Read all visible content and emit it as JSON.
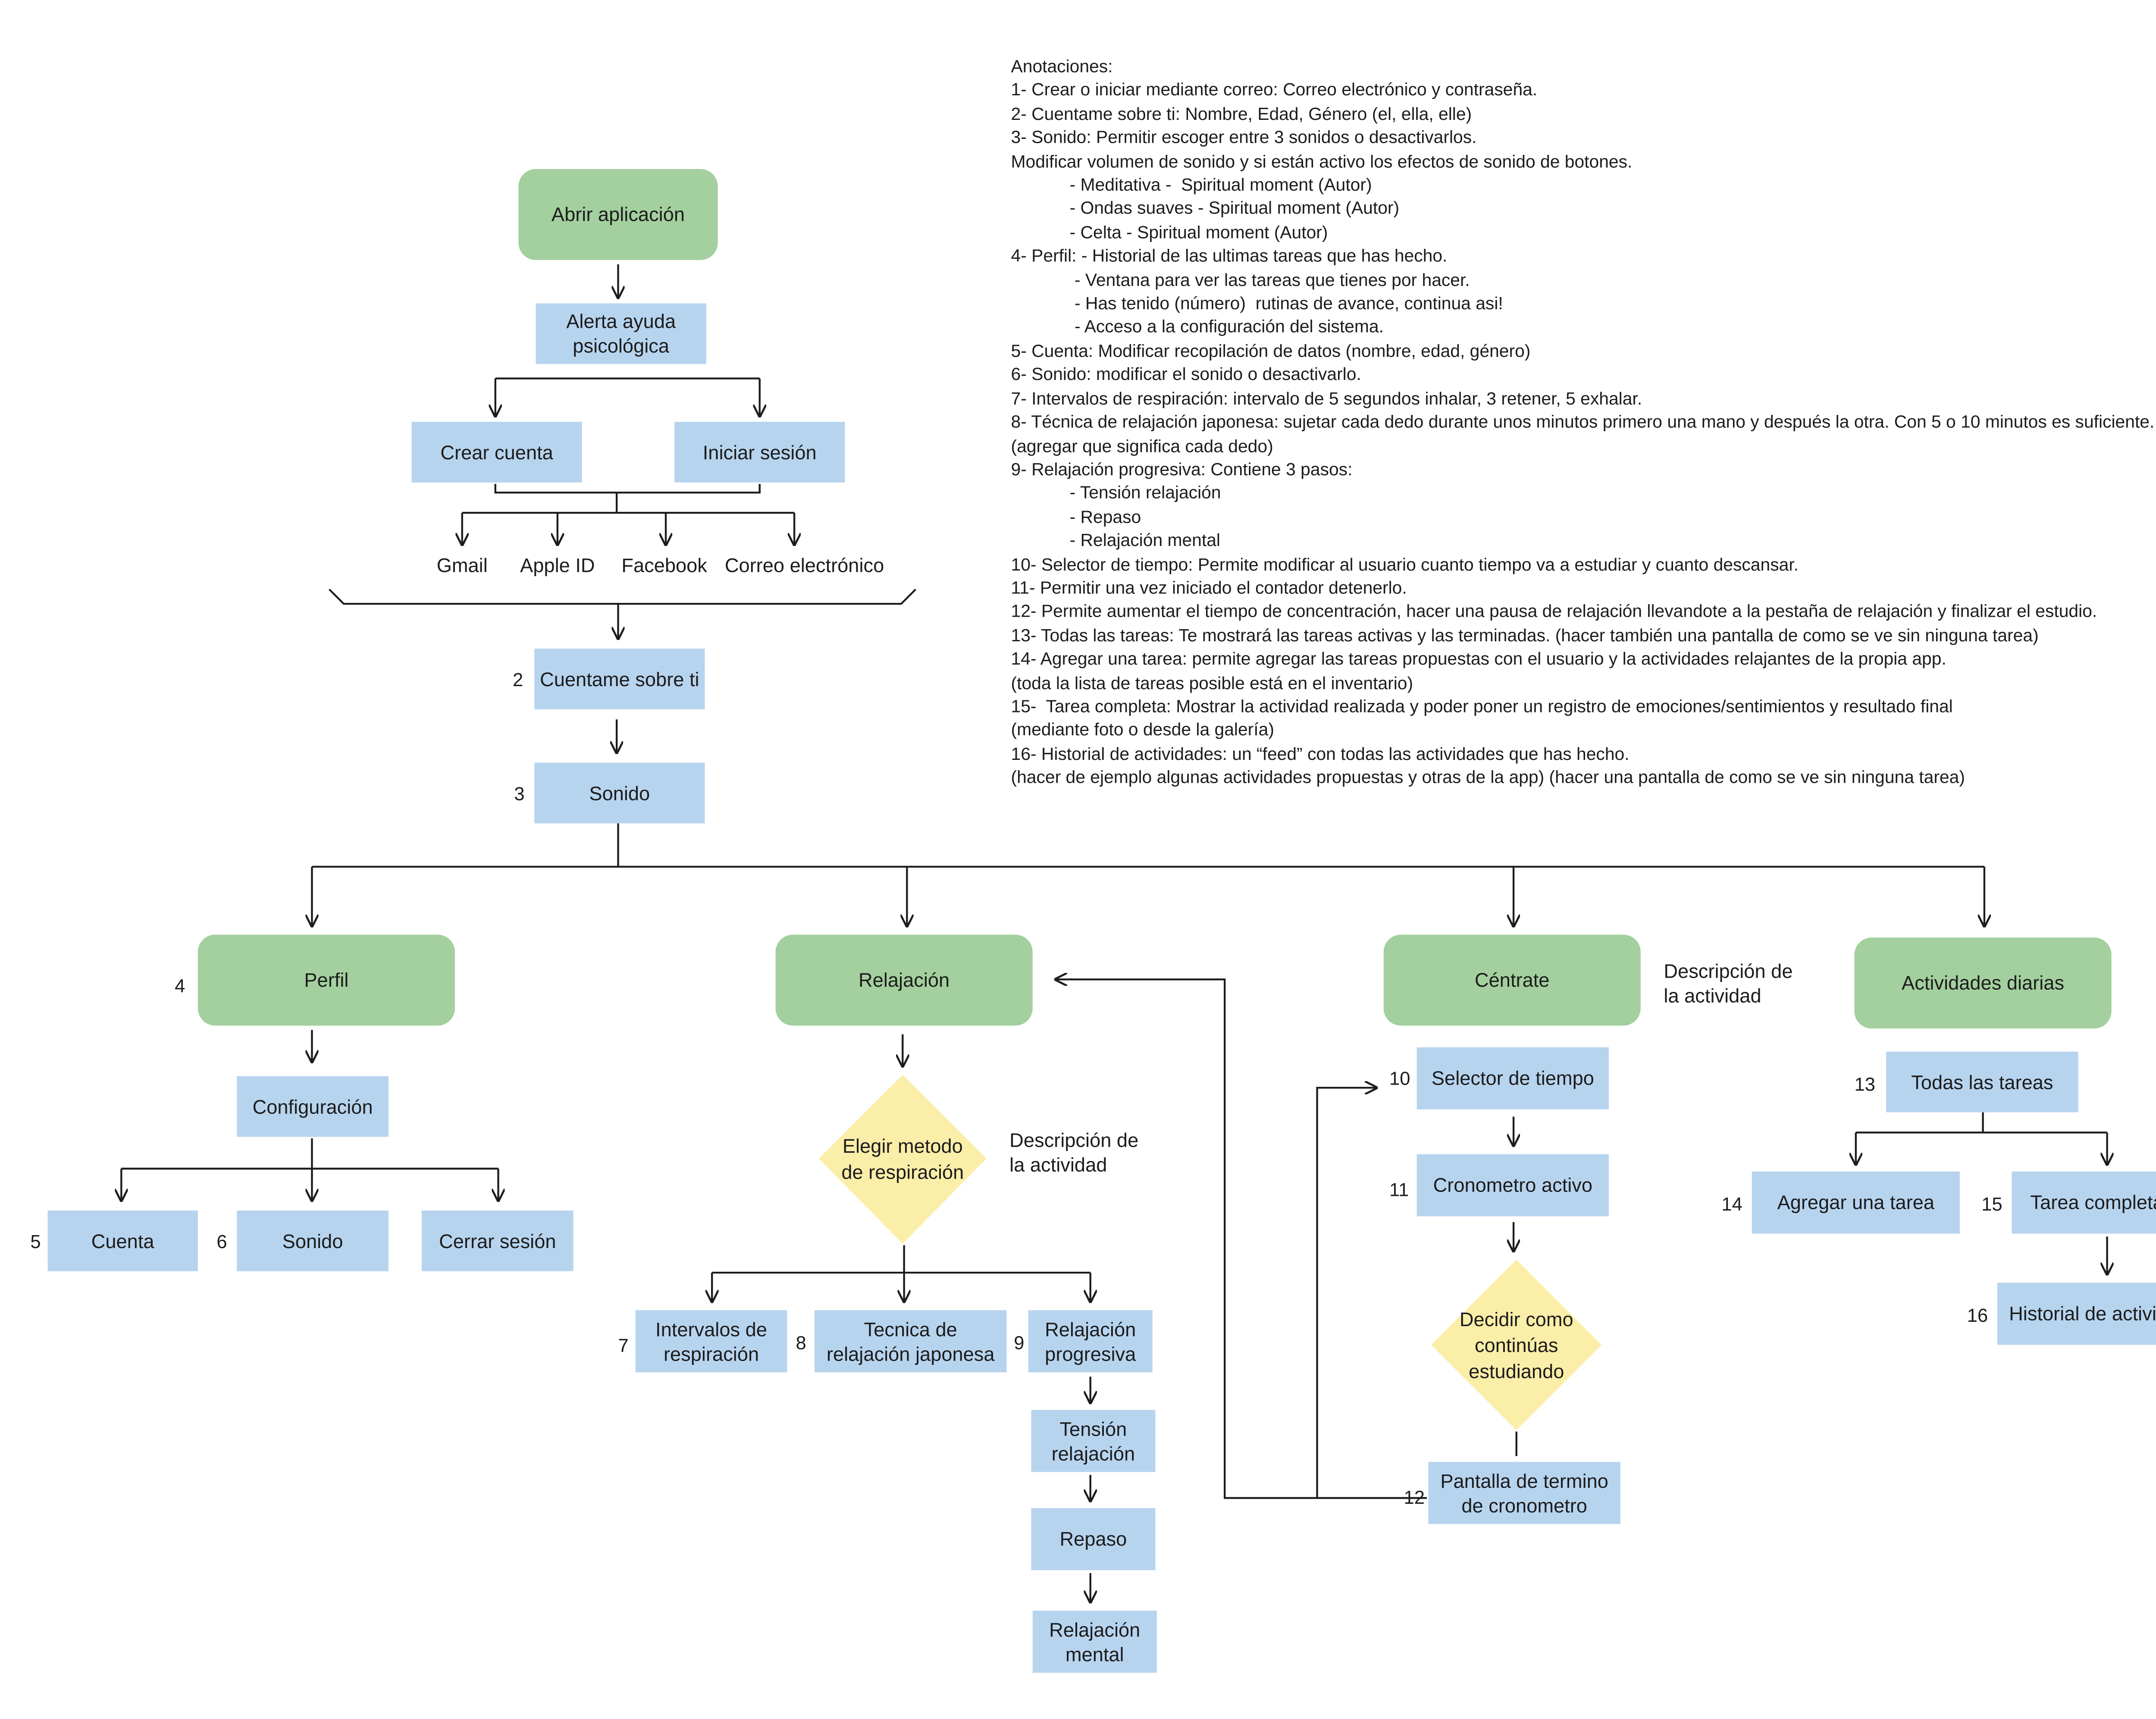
{
  "colors": {
    "start_node": "#a3d09e",
    "section_node": "#a3d09e",
    "screen_node": "#b7d4ef",
    "decision_node": "#fbeea8",
    "line": "#1c1c1c"
  },
  "nodes": {
    "abrir": "Abrir aplicación",
    "alerta": [
      "Alerta ayuda",
      "psicológica"
    ],
    "crear_cuenta": "Crear cuenta",
    "iniciar_sesion": "Iniciar sesión",
    "login_options": [
      "Gmail",
      "Apple ID",
      "Facebook",
      "Correo electrónico"
    ],
    "cuentame": "Cuentame sobre ti",
    "sonido_inicio": "Sonido",
    "perfil": "Perfil",
    "relajacion": "Relajación",
    "centrate": "Céntrate",
    "actividades": "Actividades diarias",
    "configuracion": "Configuración",
    "cuenta": "Cuenta",
    "sonido": "Sonido",
    "cerrar_sesion": "Cerrar sesión",
    "elegir_metodo": [
      "Elegir metodo",
      "de respiración"
    ],
    "intervalos": [
      "Intervalos de",
      "respiración"
    ],
    "tecnica": [
      "Tecnica de",
      "relajación japonesa"
    ],
    "progresiva": [
      "Relajación",
      "progresiva"
    ],
    "tension": [
      "Tensión",
      "relajación"
    ],
    "repaso": "Repaso",
    "mental": [
      "Relajación",
      "mental"
    ],
    "selector": "Selector de tiempo",
    "cronometro": "Cronometro activo",
    "decidir": [
      "Decidir como",
      "continúas",
      "estudiando"
    ],
    "pantalla_termino": [
      "Pantalla de termino",
      "de cronometro"
    ],
    "todas_tareas": "Todas las tareas",
    "agregar_tarea": "Agregar una tarea",
    "tarea_completada": "Tarea completada",
    "historial": "Historial de actividades"
  },
  "numbers": {
    "cuentame": "2",
    "sonido_inicio": "3",
    "perfil": "4",
    "cuenta": "5",
    "sonido": "6",
    "intervalos": "7",
    "tecnica": "8",
    "progresiva": "9",
    "selector": "10",
    "cronometro": "11",
    "pantalla_termino": "12",
    "todas_tareas": "13",
    "agregar_tarea": "14",
    "tarea_completada": "15",
    "historial": "16"
  },
  "descriptions": {
    "elegir_metodo": "Descripción de\nla actividad",
    "centrate": "Descripción de\nla actividad"
  },
  "annotations": {
    "title": "Anotaciones:",
    "lines": [
      "1- Crear o iniciar mediante correo: Correo electrónico y contraseña.",
      "2- Cuentame sobre ti: Nombre, Edad, Género (el, ella, elle)",
      "3- Sonido: Permitir escoger entre 3 sonidos o desactivarlos.",
      "Modificar volumen de sonido y si están activo los efectos de sonido de botones.",
      "            - Meditativa -  Spiritual moment (Autor)",
      "            - Ondas suaves - Spiritual moment (Autor)",
      "            - Celta - Spiritual moment (Autor)",
      "4- Perfil: - Historial de las ultimas tareas que has hecho.",
      "             - Ventana para ver las tareas que tienes por hacer.",
      "             - Has tenido (número)  rutinas de avance, continua asi!",
      "             - Acceso a la configuración del sistema.",
      "5- Cuenta: Modificar recopilación de datos (nombre, edad, género)",
      "6- Sonido: modificar el sonido o desactivarlo.",
      "7- Intervalos de respiración: intervalo de 5 segundos inhalar, 3 retener, 5 exhalar.",
      "8- Técnica de relajación japonesa: sujetar cada dedo durante unos minutos primero una mano y después la otra. Con 5 o 10 minutos es suficiente.",
      "(agregar que significa cada dedo)",
      "9- Relajación progresiva: Contiene 3 pasos:",
      "            - Tensión relajación",
      "            - Repaso",
      "            - Relajación mental",
      "10- Selector de tiempo: Permite modificar al usuario cuanto tiempo va a estudiar y cuanto descansar.",
      "11- Permitir una vez iniciado el contador detenerlo.",
      "12- Permite aumentar el tiempo de concentración, hacer una pausa de relajación llevandote a la pestaña de relajación y finalizar el estudio.",
      "13- Todas las tareas: Te mostrará las tareas activas y las terminadas. (hacer también una pantalla de como se ve sin ninguna tarea)",
      "14- Agregar una tarea: permite agregar las tareas propuestas con el usuario y la actividades relajantes de la propia app.",
      "(toda la lista de tareas posible está en el inventario)",
      "15-  Tarea completa: Mostrar la actividad realizada y poder poner un registro de emociones/sentimientos y resultado final",
      "(mediante foto o desde la galería)",
      "16- Historial de actividades: un “feed” con todas las actividades que has hecho.",
      "(hacer de ejemplo algunas actividades propuestas y otras de la app) (hacer una pantalla de como se ve sin ninguna tarea)"
    ]
  }
}
